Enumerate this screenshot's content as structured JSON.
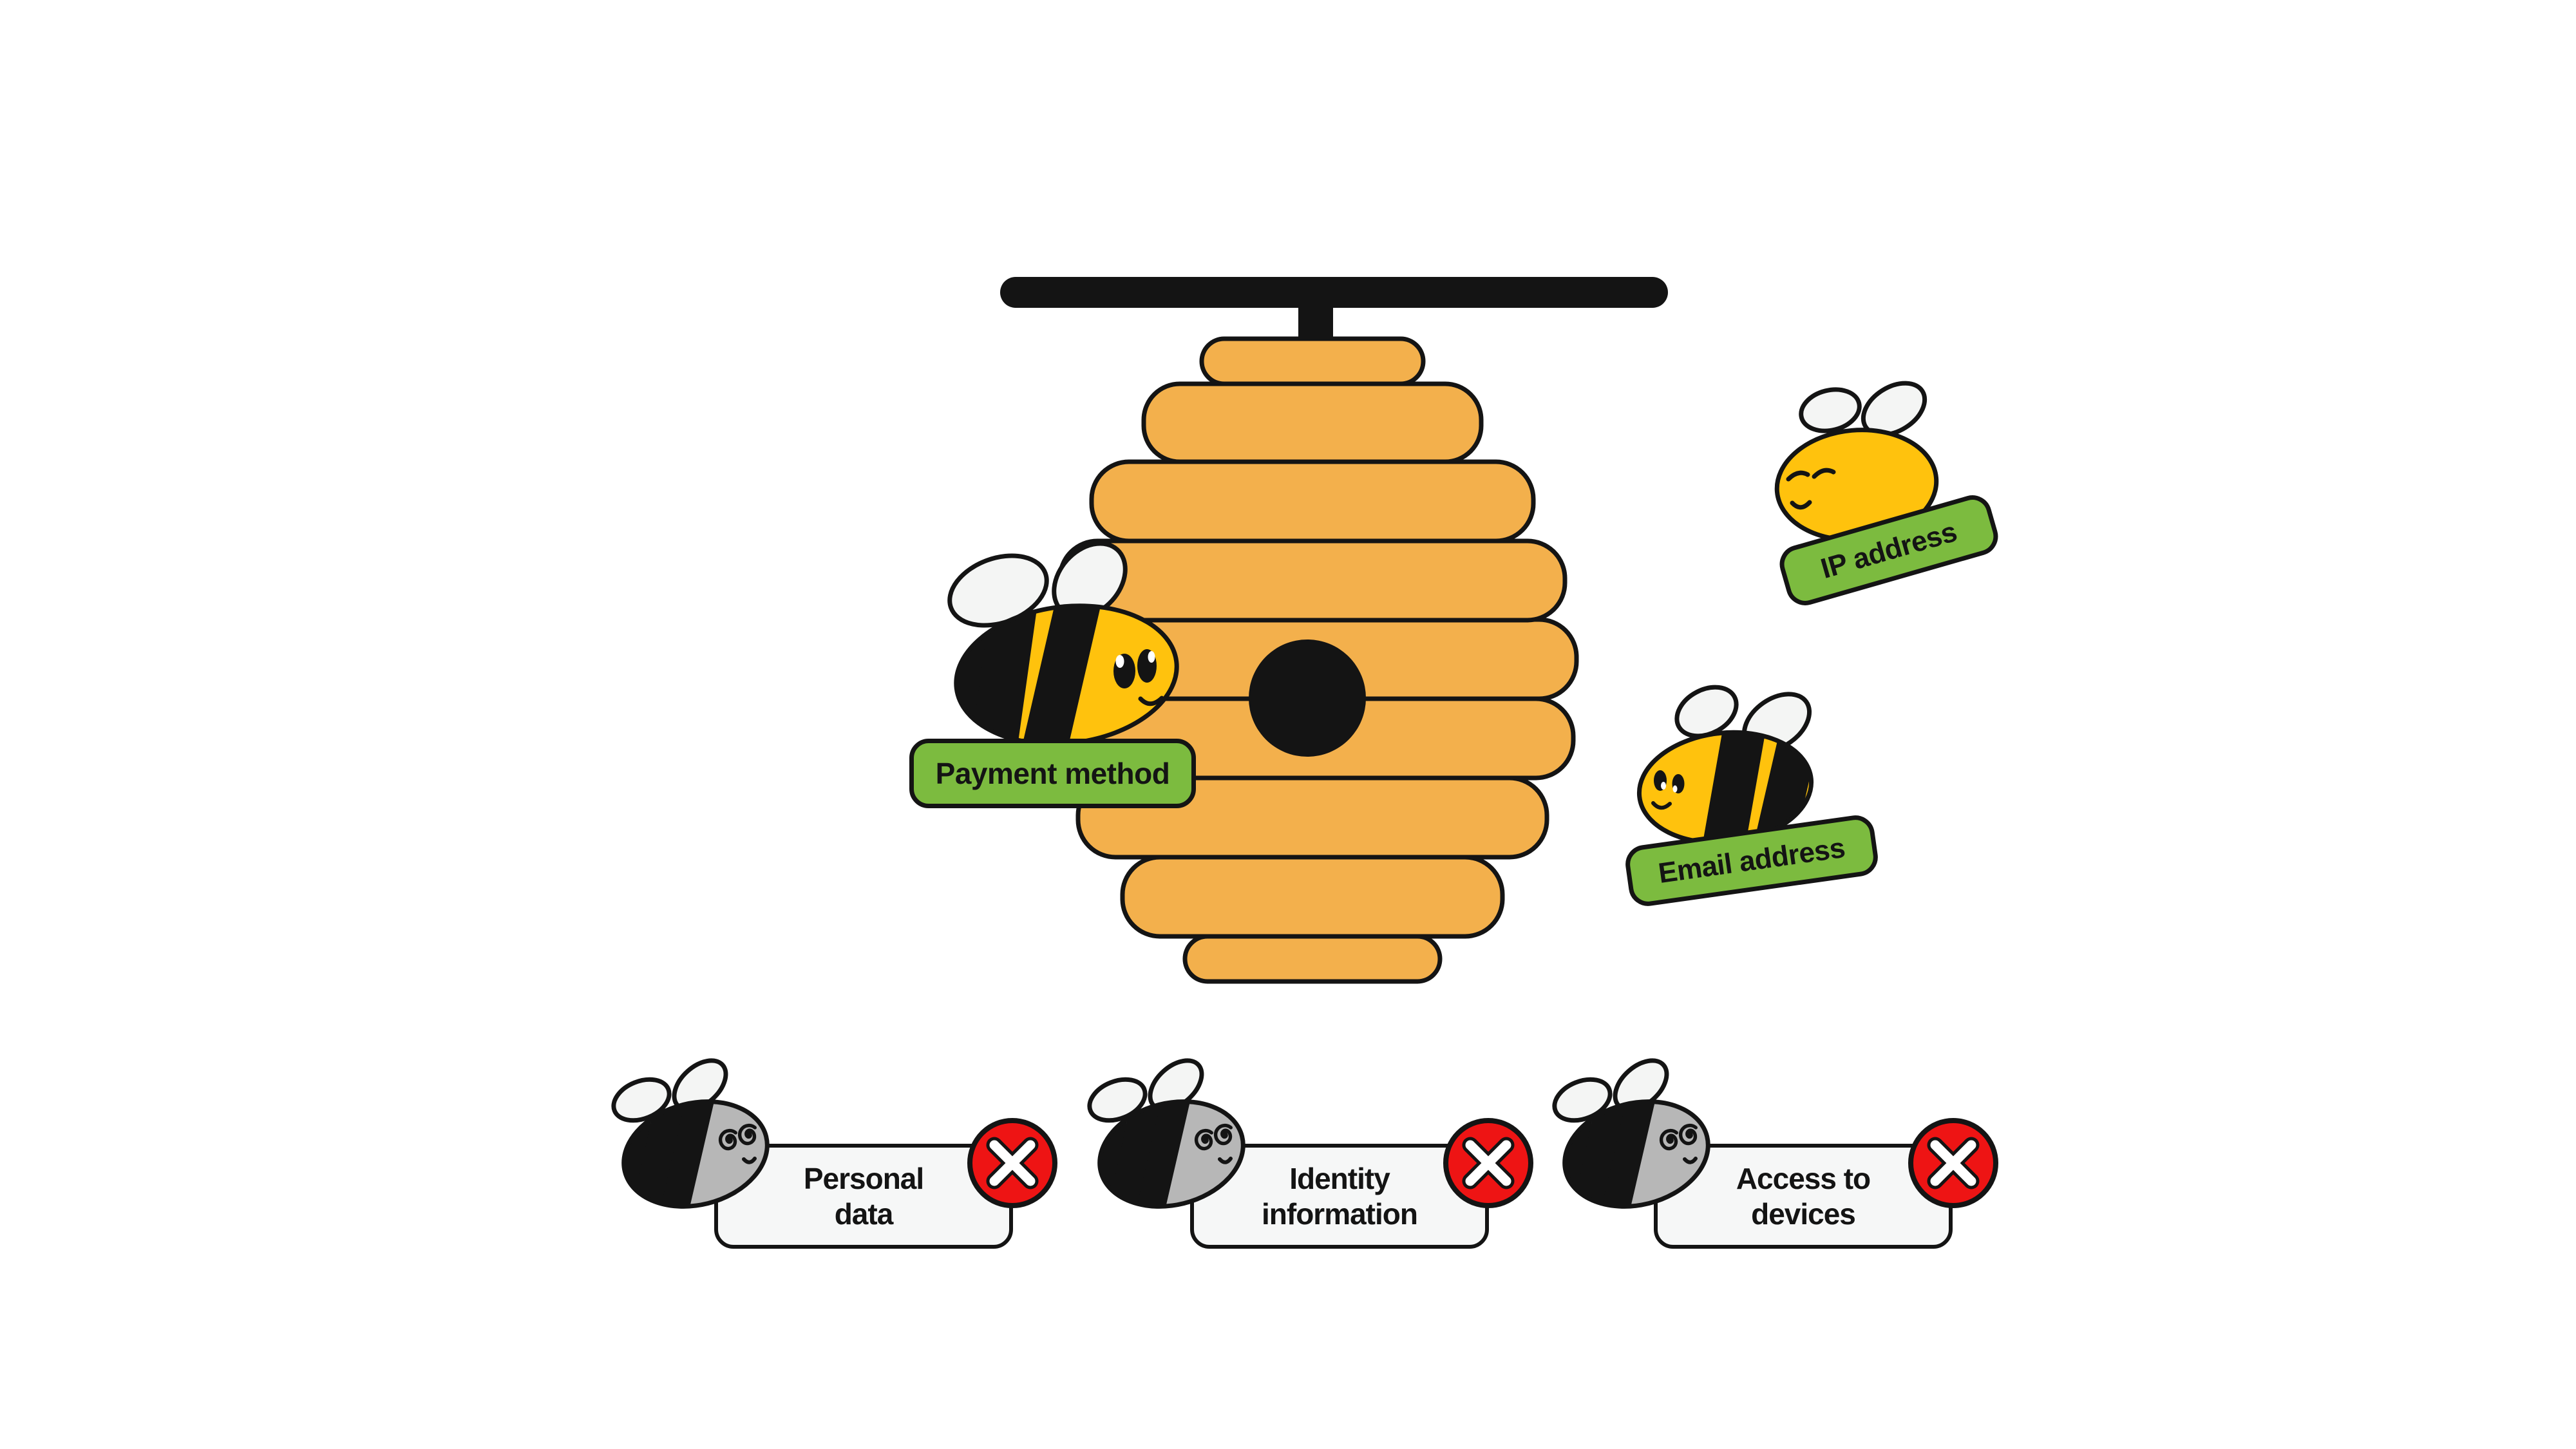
{
  "illustration": {
    "title_hidden": "",
    "hive": {
      "kind": "beehive",
      "band_count": 9,
      "entrance_hole": true,
      "hanging_bar": true
    },
    "collected_tags": [
      {
        "label": "Payment method"
      },
      {
        "label": "IP address"
      },
      {
        "label": "Email address"
      }
    ],
    "not_collected_items": [
      {
        "line1": "Personal",
        "line2": "data"
      },
      {
        "line1": "Identity",
        "line2": "information"
      },
      {
        "line1": "Access to",
        "line2": "devices"
      }
    ],
    "colors": {
      "tag_green": "#7CBB3F",
      "hive_orange": "#F3B04C",
      "bee_yellow": "#FFC20D",
      "bee_gray": "#B7B7B7",
      "blocked_red": "#EE1414",
      "outline_black": "#141414",
      "box_fill": "#F6F7F7",
      "wing_white": "#F4F5F4"
    }
  }
}
